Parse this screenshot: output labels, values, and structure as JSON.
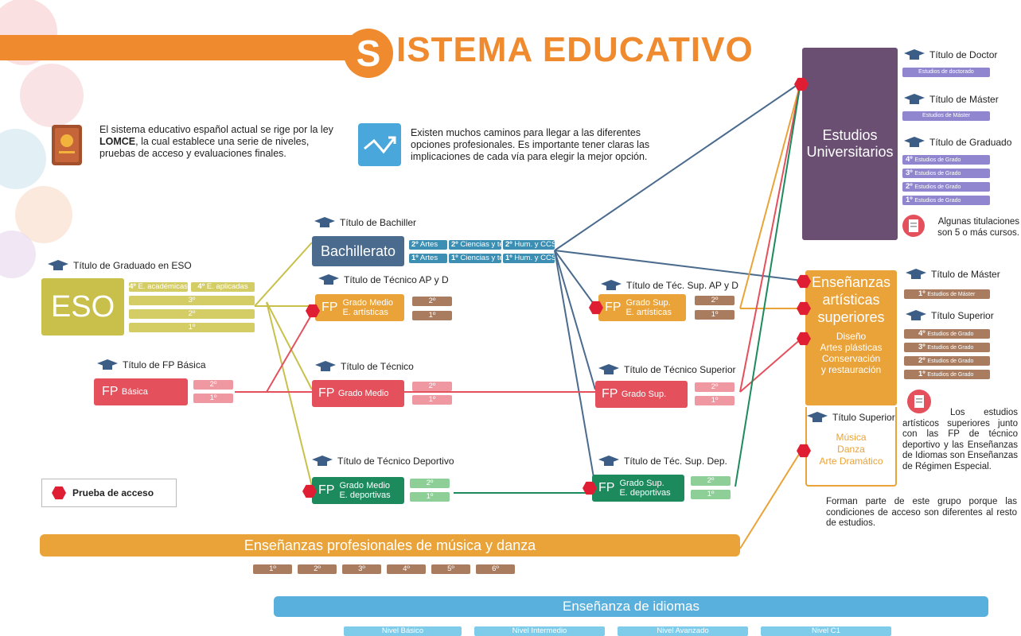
{
  "header": {
    "letter": "S",
    "title": "ISTEMA EDUCATIVO"
  },
  "intro": {
    "left_pre": "El sistema educativo español actual se rige por la ley ",
    "left_bold": "LOMCE",
    "left_post": ", la cual establece una serie de niveles, pruebas de acceso y evaluaciones finales.",
    "right": "Existen muchos caminos para llegar a las diferentes opciones profesionales. Es importante tener claras las implicaciones de cada vía para elegir la mejor opción."
  },
  "eso": {
    "caption": "Título de Graduado en ESO",
    "label": "ESO",
    "c4a_num": "4º",
    "c4a_txt": "E. académicas",
    "c4b_num": "4º",
    "c4b_txt": "E. aplicadas",
    "c3": "3º",
    "c2": "2º",
    "c1": "1º"
  },
  "fpb": {
    "caption": "Título de FP Básica",
    "label": "FP",
    "sub": "Básica",
    "c2": "2º",
    "c1": "1º"
  },
  "bach": {
    "caption": "Título de Bachiller",
    "label": "Bachillerato",
    "r2": [
      {
        "n": "2º",
        "t": "Artes"
      },
      {
        "n": "2º",
        "t": "Ciencias y tecn."
      },
      {
        "n": "2º",
        "t": "Hum. y CCSS"
      }
    ],
    "r1": [
      {
        "n": "1º",
        "t": "Artes"
      },
      {
        "n": "1º",
        "t": "Ciencias y tecn."
      },
      {
        "n": "1º",
        "t": "Hum. y CCSS"
      }
    ]
  },
  "gm_art": {
    "caption": "Título de Técnico AP y D",
    "label": "FP",
    "l1": "Grado Medio",
    "l2": "E. artísticas",
    "c2": "2º",
    "c1": "1º"
  },
  "gm": {
    "caption": "Título de Técnico",
    "label": "FP",
    "sub": "Grado Medio",
    "c2": "2º",
    "c1": "1º"
  },
  "gm_dep": {
    "caption": "Título de Técnico Deportivo",
    "label": "FP",
    "l1": "Grado Medio",
    "l2": "E. deportivas",
    "c2": "2º",
    "c1": "1º"
  },
  "gs_art": {
    "caption": "Título de Téc. Sup. AP y D",
    "label": "FP",
    "l1": "Grado Sup.",
    "l2": "E. artísticas",
    "c2": "2º",
    "c1": "1º"
  },
  "gs": {
    "caption": "Título de Técnico Superior",
    "label": "FP",
    "sub": "Grado Sup.",
    "c2": "2º",
    "c1": "1º"
  },
  "gs_dep": {
    "caption": "Título de Téc. Sup. Dep.",
    "label": "FP",
    "l1": "Grado Sup.",
    "l2": "E. deportivas",
    "c2": "2º",
    "c1": "1º"
  },
  "uni": {
    "l1": "Estudios",
    "l2": "Universitarios",
    "doctor": "Título de Doctor",
    "doctor_bar": "Estudios de doctorado",
    "master": "Título de Máster",
    "master_bar": "Estudios de Máster",
    "grado": "Título de Graduado",
    "grado_bars": [
      {
        "n": "4º",
        "t": "Estudios de Grado"
      },
      {
        "n": "3º",
        "t": "Estudios de Grado"
      },
      {
        "n": "2º",
        "t": "Estudios de Grado"
      },
      {
        "n": "1º",
        "t": "Estudios de Grado"
      }
    ],
    "note": "Algunas titulaciones son 5 o más cursos."
  },
  "eas": {
    "l1": "Enseñanzas",
    "l2": "artísticas",
    "l3": "superiores",
    "s1": "Diseño",
    "s2": "Artes plásticas",
    "s3": "Conservación",
    "s4": "y restauración",
    "master": "Título de Máster",
    "master_num": "1º",
    "master_txt": "Estudios de Máster",
    "superior": "Título Superior",
    "bars": [
      {
        "n": "4º",
        "t": "Estudios de Grado"
      },
      {
        "n": "3º",
        "t": "Estudios de Grado"
      },
      {
        "n": "2º",
        "t": "Estudios de Grado"
      },
      {
        "n": "1º",
        "t": "Estudios de Grado"
      }
    ]
  },
  "musica": {
    "caption": "Título Superior",
    "s1": "Música",
    "s2": "Danza",
    "s3": "Arte Dramático"
  },
  "notes": {
    "n1": "Los estudios artísticos superiores junto con las FP de técnico deportivo y las Enseñanzas de Idiomas son Enseñanzas de Régimen Especial.",
    "n2": "Forman parte de este grupo porque las condiciones de acceso son diferentes al resto de estudios."
  },
  "legend": {
    "label": "Prueba de acceso"
  },
  "prof": {
    "label": "Enseñanzas profesionales de música y danza",
    "courses": [
      "1º",
      "2º",
      "3º",
      "4º",
      "5º",
      "6º"
    ]
  },
  "idiomas": {
    "label": "Enseñanza de idiomas",
    "levels": [
      "Nivel Básico",
      "Nivel Intermedio",
      "Nivel Avanzado",
      "Nivel C1"
    ]
  },
  "colors": {
    "orange": "#ef8a2e",
    "olive": "#c9c04b",
    "red": "#e4505c",
    "navy": "#4a6b8d",
    "green": "#1d8a5e",
    "purple": "#6a4f73",
    "amber": "#eaa338",
    "blue": "#5ab0dd",
    "hex": "#e01e33"
  }
}
